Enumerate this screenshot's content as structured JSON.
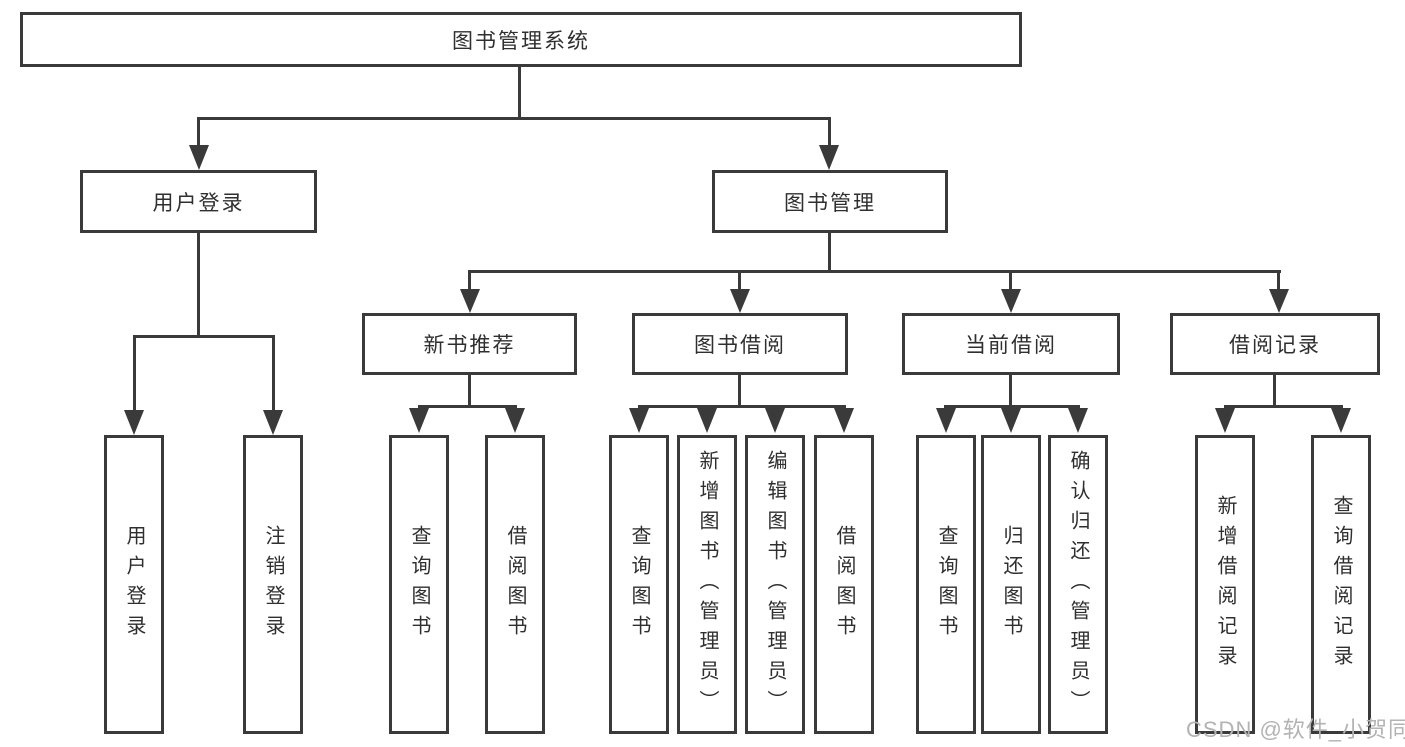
{
  "diagram": {
    "root": {
      "label": "图书管理系统"
    },
    "level2": [
      {
        "label": "用户登录"
      },
      {
        "label": "图书管理"
      }
    ],
    "level3": [
      {
        "label": "新书推荐"
      },
      {
        "label": "图书借阅"
      },
      {
        "label": "当前借阅"
      },
      {
        "label": "借阅记录"
      }
    ],
    "leaves": {
      "user_login": [
        {
          "label": "用户登录"
        },
        {
          "label": "注销登录"
        }
      ],
      "new_book": [
        {
          "label": "查询图书"
        },
        {
          "label": "借阅图书"
        }
      ],
      "book_borrow": [
        {
          "label": "查询图书"
        },
        {
          "label": "新增图书（管理员）"
        },
        {
          "label": "编辑图书（管理员）"
        },
        {
          "label": "借阅图书"
        }
      ],
      "current_borrow": [
        {
          "label": "查询图书"
        },
        {
          "label": "归还图书"
        },
        {
          "label": "确认归还（管理员）"
        }
      ],
      "borrow_record": [
        {
          "label": "新增借阅记录"
        },
        {
          "label": "查询借阅记录"
        }
      ]
    },
    "watermark": "CSDN @软件_小贺同学",
    "colors": {
      "line": "#3a3a3a",
      "text": "#2f2f2f",
      "watermark": "#b3b3b3",
      "background": "#ffffff"
    }
  }
}
